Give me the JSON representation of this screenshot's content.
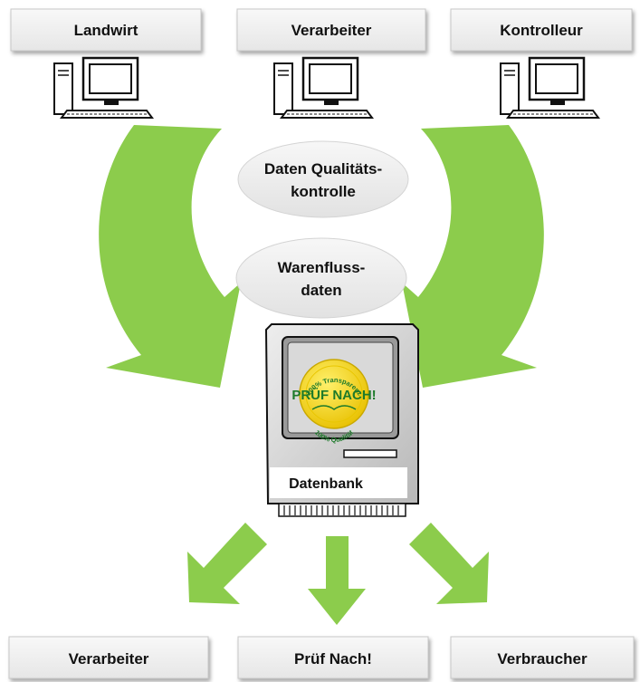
{
  "top_boxes": [
    {
      "label": "Landwirt"
    },
    {
      "label": "Verarbeiter"
    },
    {
      "label": "Kontrolleur"
    }
  ],
  "center_ovals": [
    {
      "line1": "Daten Qualitäts-",
      "line2": "kontrolle"
    },
    {
      "line1": "Warenfluss-",
      "line2": "daten"
    }
  ],
  "database": {
    "label": "Datenbank",
    "seal": {
      "top_text": "100% Transparenz",
      "main_text": "PRÜF NACH!",
      "bottom_text": "100% Qualität"
    }
  },
  "bottom_boxes": [
    {
      "label": "Verarbeiter"
    },
    {
      "label": "Prüf Nach!"
    },
    {
      "label": "Verbraucher"
    }
  ],
  "colors": {
    "arrow_green": "#8ccc4c",
    "box_fill": "#f2f2f2",
    "oval_fill": "#eeeeee",
    "seal_yellow": "#f3d318",
    "seal_green": "#1d7a2a"
  }
}
